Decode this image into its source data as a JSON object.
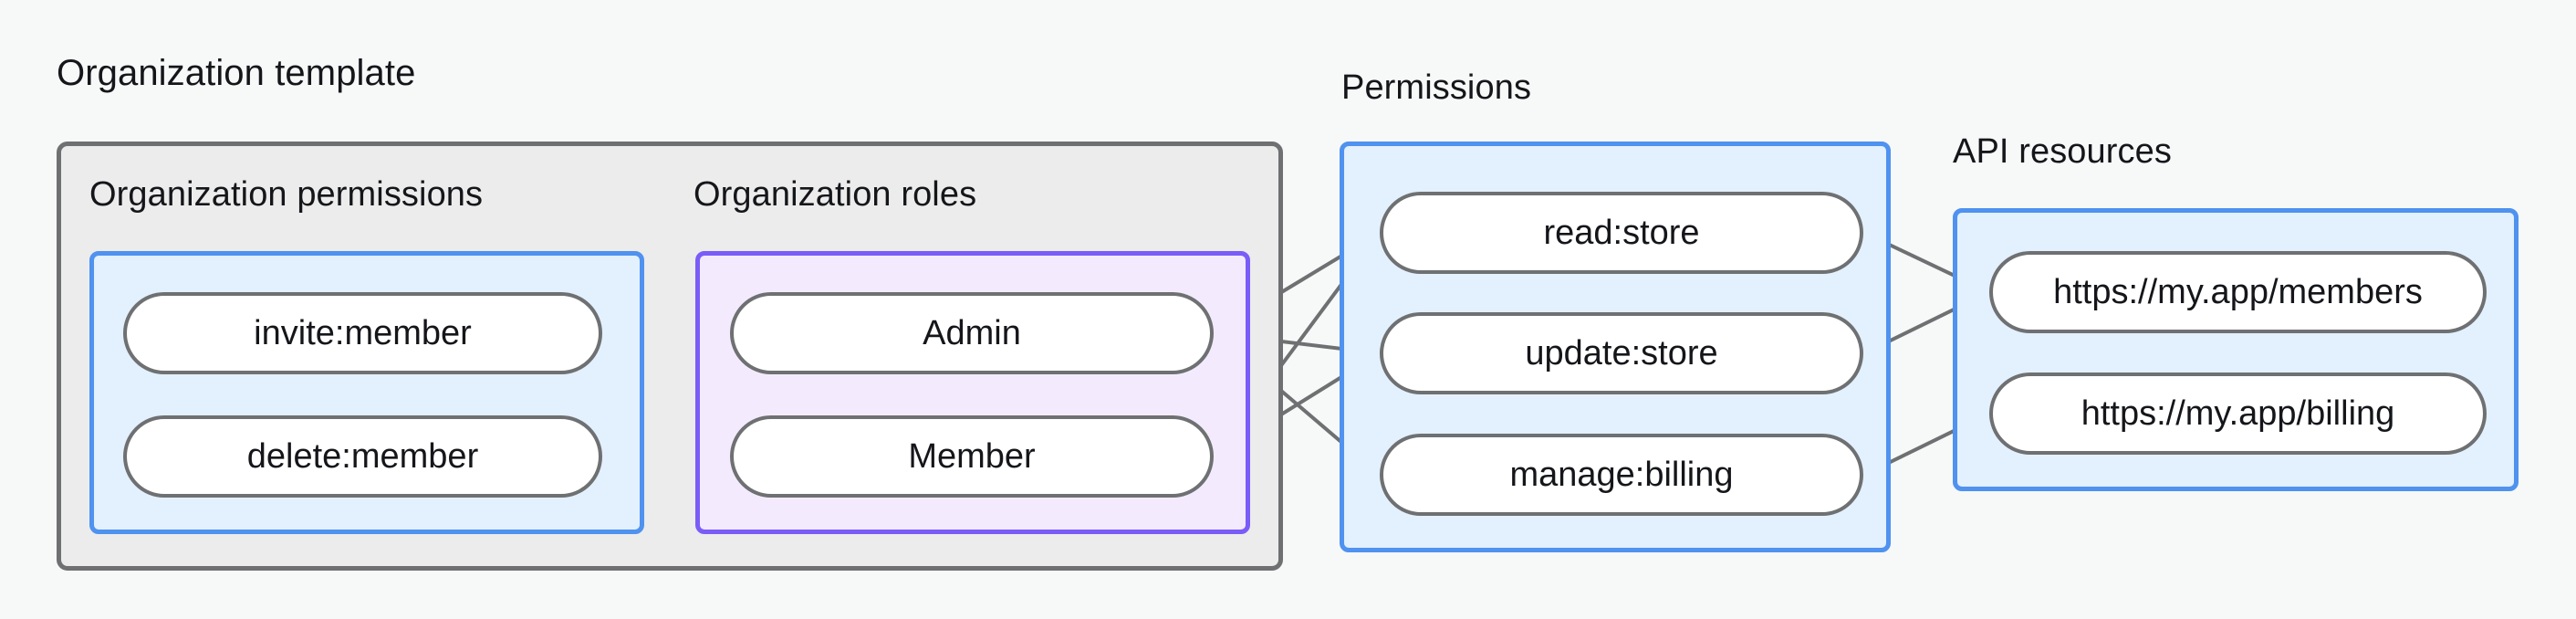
{
  "diagram": {
    "title_text": "Organization template",
    "groups": {
      "org_template": {
        "label": "Organization template",
        "border_color": "#6e7072",
        "fill_color": "#ececec"
      },
      "org_permissions": {
        "label": "Organization permissions",
        "border_color": "#4f92ef",
        "fill_color": "#e3f0fd"
      },
      "org_roles": {
        "label": "Organization roles",
        "border_color": "#7a5cf8",
        "fill_color": "#f3ebfd"
      },
      "permissions": {
        "label": "Permissions",
        "border_color": "#4f92ef",
        "fill_color": "#e3f0fd"
      },
      "api_resources": {
        "label": "API resources",
        "border_color": "#4f92ef",
        "fill_color": "#e3f0fd"
      }
    },
    "nodes": {
      "org_permissions": [
        {
          "id": "invite-member",
          "label": "invite:member"
        },
        {
          "id": "delete-member",
          "label": "delete:member"
        }
      ],
      "org_roles": [
        {
          "id": "admin",
          "label": "Admin"
        },
        {
          "id": "member",
          "label": "Member"
        }
      ],
      "permissions": [
        {
          "id": "read-store",
          "label": "read:store"
        },
        {
          "id": "update-store",
          "label": "update:store"
        },
        {
          "id": "manage-billing",
          "label": "manage:billing"
        }
      ],
      "api_resources": [
        {
          "id": "members-url",
          "label": "https://my.app/members"
        },
        {
          "id": "billing-url",
          "label": "https://my.app/billing"
        }
      ]
    },
    "edges": [
      {
        "from": "invite-member",
        "to": "admin"
      },
      {
        "from": "invite-member",
        "to": "member"
      },
      {
        "from": "delete-member",
        "to": "member"
      },
      {
        "from": "admin",
        "to": "read-store"
      },
      {
        "from": "admin",
        "to": "update-store"
      },
      {
        "from": "admin",
        "to": "manage-billing"
      },
      {
        "from": "member",
        "to": "read-store"
      },
      {
        "from": "member",
        "to": "update-store"
      },
      {
        "from": "read-store",
        "to": "members-url"
      },
      {
        "from": "update-store",
        "to": "members-url"
      },
      {
        "from": "manage-billing",
        "to": "billing-url"
      }
    ],
    "colors": {
      "background": "#f7f8f8",
      "edge": "#6e7072",
      "node_border": "#6e7072",
      "node_fill": "#ffffff",
      "text": "#14161a"
    }
  }
}
